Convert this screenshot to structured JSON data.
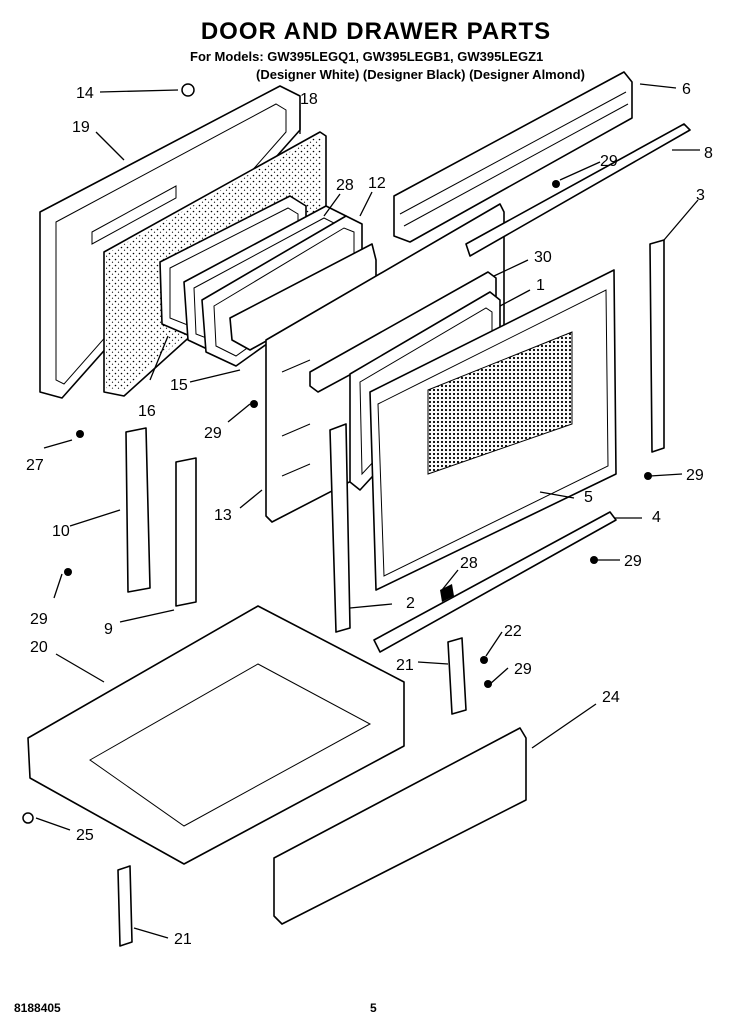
{
  "header": {
    "title": "DOOR AND DRAWER PARTS",
    "models_line": "For Models: GW395LEGQ1, GW395LEGB1, GW395LEGZ1",
    "variants_line": "(Designer White) (Designer Black) (Designer Almond)"
  },
  "callouts": [
    "14",
    "18",
    "19",
    "6",
    "8",
    "29",
    "28",
    "12",
    "3",
    "30",
    "1",
    "16",
    "15",
    "29",
    "27",
    "13",
    "10",
    "5",
    "4",
    "29",
    "29",
    "28",
    "29",
    "9",
    "2",
    "22",
    "20",
    "21",
    "29",
    "24",
    "25",
    "21"
  ],
  "footer": {
    "doc_number": "8188405",
    "page_number": "5"
  }
}
